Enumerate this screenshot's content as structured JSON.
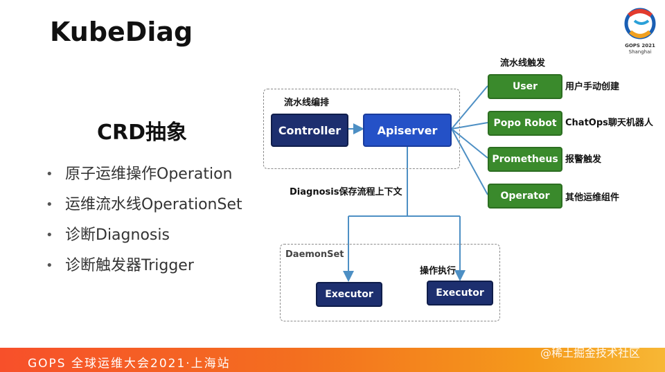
{
  "slide": {
    "title": "KubeDiag",
    "subtitle": "CRD抽象",
    "bullets": [
      "原子运维操作Operation",
      "运维流水线OperationSet",
      "诊断Diagnosis",
      "诊断触发器Trigger"
    ],
    "footer": "GOPS 全球运维大会2021·上海站",
    "watermark": "@稀土掘金技术社区",
    "logo": {
      "line1": "GOPS 2021",
      "line2": "Shanghai"
    }
  },
  "diagram": {
    "pipeline_label": "流水线编排",
    "controller": "Controller",
    "apiserver": "Apiserver",
    "trigger_label": "流水线触发",
    "triggers": [
      {
        "name": "User",
        "desc": "用户手动创建"
      },
      {
        "name": "Popo Robot",
        "desc": "ChatOps聊天机器人"
      },
      {
        "name": "Prometheus",
        "desc": "报警触发"
      },
      {
        "name": "Operator",
        "desc": "其他运维组件"
      }
    ],
    "context_label": "Diagnosis保存流程上下文",
    "daemonset_label": "DaemonSet",
    "exec_label": "操作执行",
    "executors": [
      "Executor",
      "Executor"
    ]
  },
  "colors": {
    "navy": "#1d2f6f",
    "blue": "#2451c7",
    "green": "#3a8a2c",
    "arrow": "#4d8fc4",
    "footer": "#f36f1f"
  }
}
